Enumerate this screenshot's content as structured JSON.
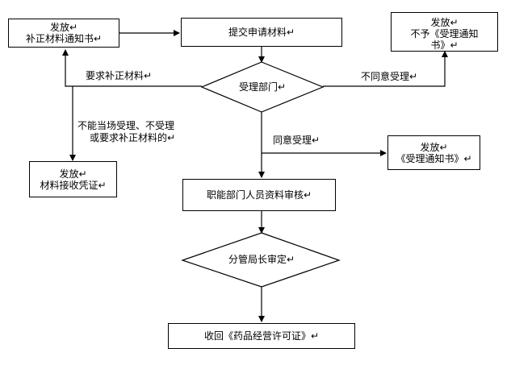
{
  "nodes": {
    "notice_supplement": {
      "line1": "发放↵",
      "line2": "补正材料通知书↵"
    },
    "submit": {
      "text": "提交申请材料↵"
    },
    "reject_notice": {
      "line1": "发放↵",
      "line2": "不予《受理通知",
      "line3": "书》↵"
    },
    "accept_dept": {
      "text": "受理部门↵"
    },
    "receipt": {
      "line1": "发放↵",
      "line2": "材料接收凭证↵"
    },
    "accept_notice": {
      "line1": "发放↵",
      "line2": "《受理通知书》↵"
    },
    "review": {
      "text": "职能部门人员资料审核↵"
    },
    "approve": {
      "text": "分管局长审定↵"
    },
    "license": {
      "text": "收回《药品经营许可证》↵"
    }
  },
  "edges": {
    "require_supplement": "要求补正材料↵",
    "disagree": "不同意受理↵",
    "cannot_line1": "不能当场受理、不受理",
    "cannot_line2": "或要求补正材料的↵",
    "agree": "同意受理↵"
  }
}
